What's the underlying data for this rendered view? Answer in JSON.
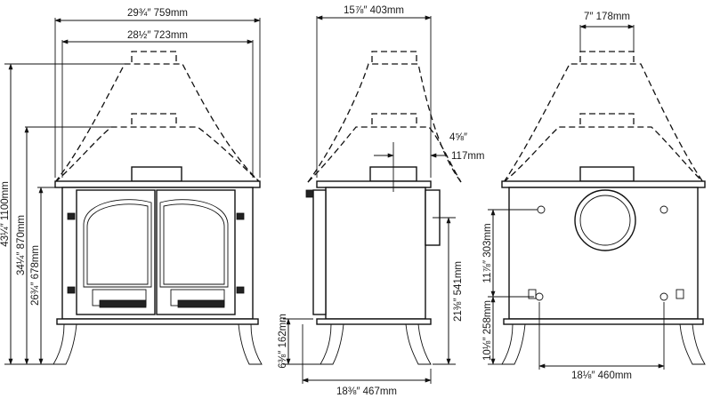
{
  "labels": {
    "front_overall_width": "29¾″ 759mm",
    "front_body_width": "28½″ 723mm",
    "front_height_total": "43¼″ 1100mm",
    "front_height_mid": "34¼″ 870mm",
    "front_height_top": "26¾″ 678mm",
    "side_depth_top": "15⅞″ 403mm",
    "side_flue_offset": "4⅝″",
    "side_flue_offset_mm": "117mm",
    "side_hearth_height": "6⅜″ 162mm",
    "side_rear_outlet_height": "21⅜″ 541mm",
    "side_depth_bottom": "18⅜″ 467mm",
    "rear_flue_diameter": "7″ 178mm",
    "rear_outlet_height": "11⅞″ 303mm",
    "rear_lower_height": "10⅛″ 258mm",
    "rear_fixing_width": "18⅛″ 460mm"
  }
}
